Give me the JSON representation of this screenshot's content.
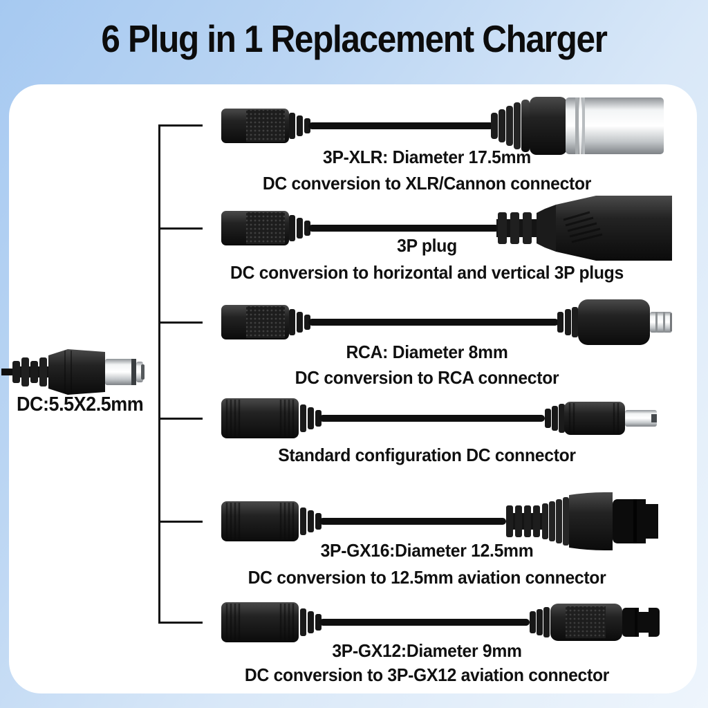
{
  "title": "6 Plug in 1 Replacement Charger",
  "source_plug": {
    "label": "DC:5.5X2.5mm",
    "connector_type": "dc-male-5.5x2.5"
  },
  "adapters": [
    {
      "connector_type": "xlr-3pin",
      "name": "3P-XLR: Diameter 17.5mm",
      "description": "DC conversion to XLR/Cannon connector"
    },
    {
      "connector_type": "iec-3p-plug",
      "name": "3P plug",
      "description": "DC conversion to horizontal and vertical 3P plugs"
    },
    {
      "connector_type": "rca",
      "name": "RCA: Diameter 8mm",
      "description": "DC conversion to RCA connector"
    },
    {
      "connector_type": "dc-barrel-male",
      "name": "Standard configuration DC connector",
      "description": ""
    },
    {
      "connector_type": "gx16-aviation",
      "name": "3P-GX16:Diameter 12.5mm",
      "description": "DC conversion to 12.5mm aviation connector"
    },
    {
      "connector_type": "gx12-aviation",
      "name": "3P-GX12:Diameter 9mm",
      "description": "DC conversion to 3P-GX12 aviation connector"
    }
  ],
  "colors": {
    "background_top_left": "#a6c9f1",
    "background_bottom_right": "#eef5fc",
    "panel": "#ffffff",
    "text": "#0c0c0c",
    "cable_black": "#141414",
    "metal_silver": "#d9dbdd",
    "tree_line": "#111111"
  }
}
